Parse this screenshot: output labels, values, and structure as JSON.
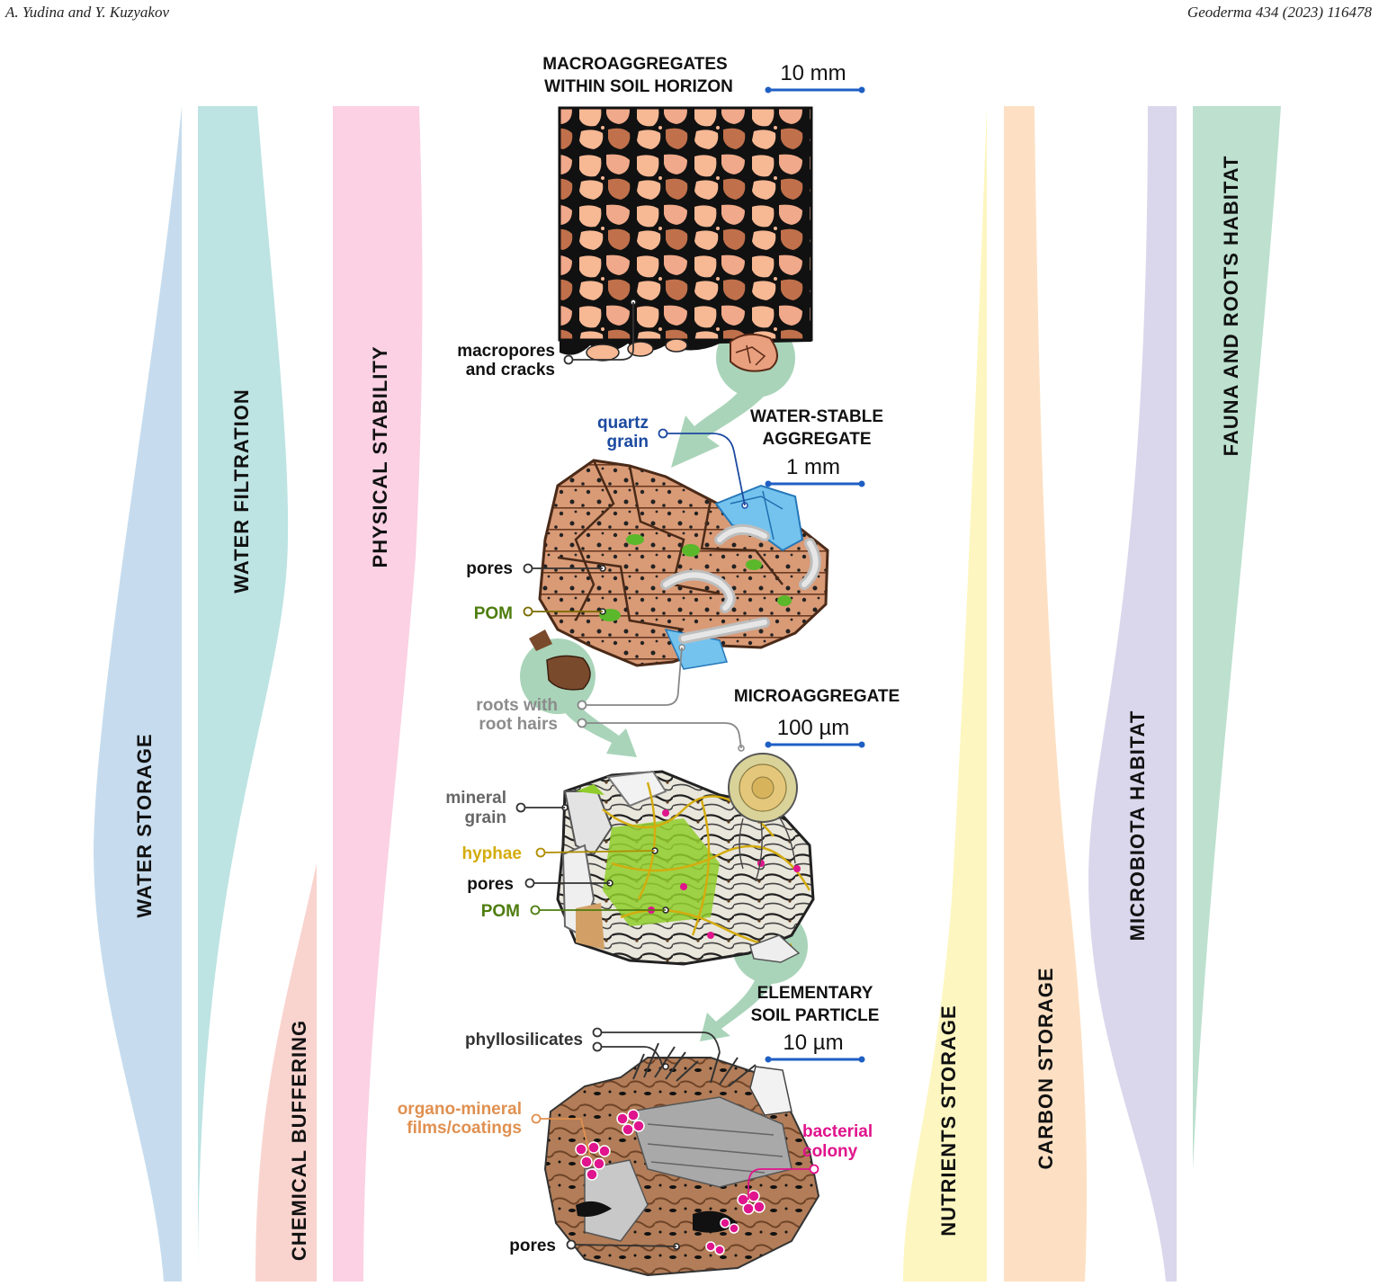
{
  "running_head": {
    "left": "A. Yudina and Y. Kuzyakov",
    "right": "Geoderma 434 (2023) 116478"
  },
  "bands": {
    "water_storage": "WATER  STORAGE",
    "water_filtration": "WATER  FILTRATION",
    "chemical_buffering": "CHEMICAL  BUFFERING",
    "physical_stability": "PHYSICAL  STABILITY",
    "nutrients_storage": "NUTRIENTS  STORAGE",
    "carbon_storage": "CARBON  STORAGE",
    "microbiota_habitat": "MICROBIOTA  HABITAT",
    "fauna_roots_habitat": "FAUNA  AND  ROOTS  HABITAT"
  },
  "colors": {
    "water_storage": "#c6dcee",
    "water_filtration": "#bde3e3",
    "chemical_buffering": "#f9d4cf",
    "physical_stability": "#fbd1e3",
    "nutrients_storage": "#fdf6c0",
    "carbon_storage": "#fde0c3",
    "microbiota_habitat": "#dad7ec",
    "fauna_roots_habitat": "#bde0cf",
    "arrow_green": "#a9d4b9",
    "scale_blue": "#1f5fc4",
    "quartz_blue": "#1c4aa0",
    "pom_green": "#4e7d0e",
    "hyphae_yellow": "#d4ac0d",
    "roots_gray": "#8c8c8c",
    "organo_orange": "#e09050",
    "bacteria_magenta": "#e0148c"
  },
  "levels": {
    "macro": {
      "title_line1": "MACROAGGREGATES",
      "title_line2": "WITHIN SOIL HORIZON",
      "scale": "10 mm"
    },
    "water_stable": {
      "title_line1": "WATER-STABLE",
      "title_line2": "AGGREGATE",
      "scale": "1 mm"
    },
    "micro": {
      "title": "MICROAGGREGATE",
      "scale": "100 µm"
    },
    "elementary": {
      "title_line1": "ELEMENTARY",
      "title_line2": "SOIL PARTICLE",
      "scale": "10 µm"
    }
  },
  "labels": {
    "macropores_l1": "macropores",
    "macropores_l2": "and cracks",
    "quartz_l1": "quartz",
    "quartz_l2": "grain",
    "pores_1": "pores",
    "pom_1": "POM",
    "roots_l1": "roots with",
    "roots_l2": "root hairs",
    "mineral_l1": "mineral",
    "mineral_l2": "grain",
    "hyphae": "hyphae",
    "pores_2": "pores",
    "pom_2": "POM",
    "phyllosilicates": "phyllosilicates",
    "organo_l1": "organo-mineral",
    "organo_l2": "films/coatings",
    "bacterial_l1": "bacterial",
    "bacterial_l2": "colony",
    "pores_3": "pores"
  }
}
